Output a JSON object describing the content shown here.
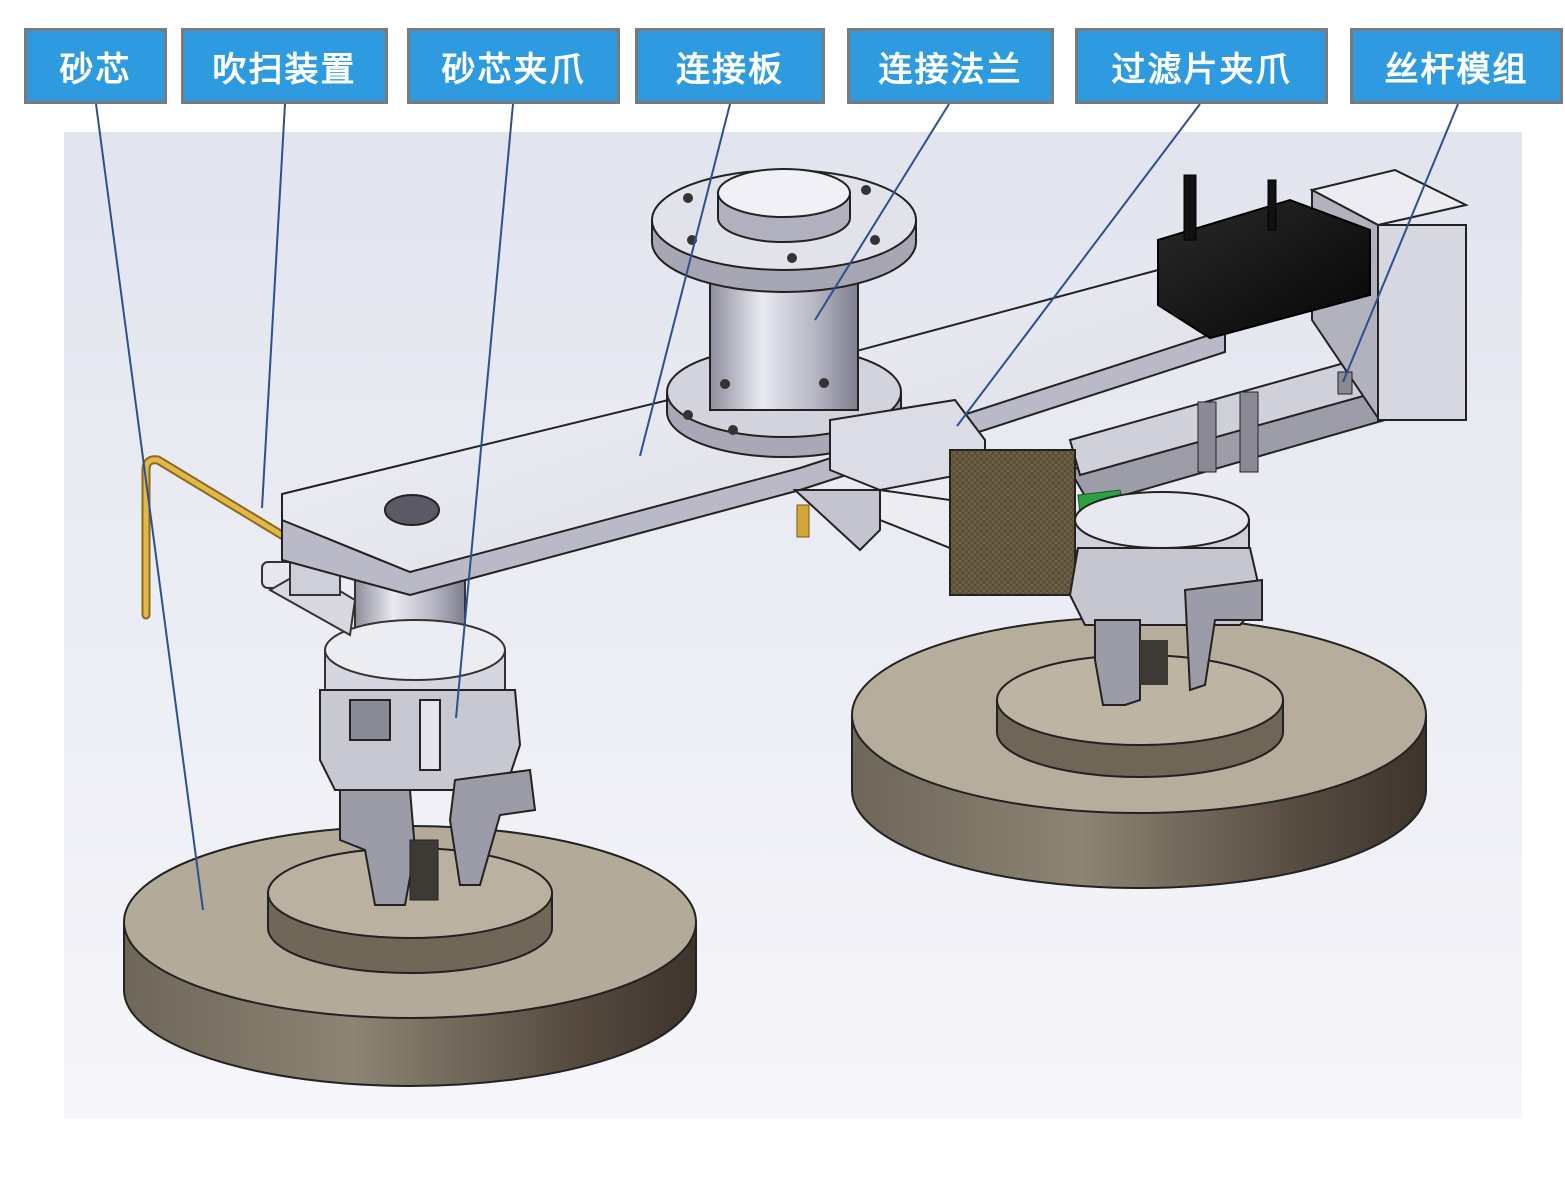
{
  "labels": {
    "sand_core": "砂芯",
    "blowing_device": "吹扫装置",
    "core_gripper": "砂芯夹爪",
    "connecting_plate": "连接板",
    "connecting_flange": "连接法兰",
    "filter_gripper": "过滤片夹爪",
    "screw_module": "丝杆模组"
  },
  "colors": {
    "label_bg": "#2e9ae0",
    "label_border": "#7a7a7a",
    "leader_line": "#2f4f8f",
    "metal": "#c9c9d4",
    "sand": "#b3aa9a",
    "brass": "#d4a63a",
    "motor": "#111111"
  }
}
